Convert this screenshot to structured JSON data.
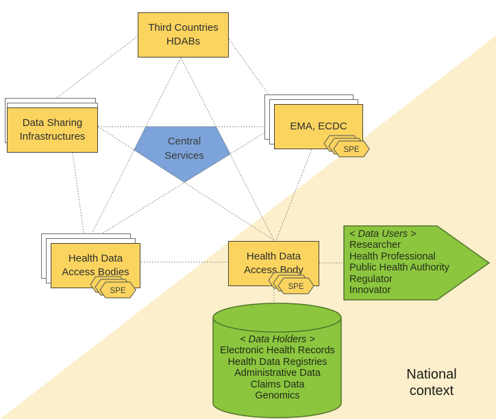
{
  "colors": {
    "node_fill": "#FBD45F",
    "node_border": "#474137",
    "sheet_border": "#6D6D6D",
    "pentagon_fill": "#7CA4DA",
    "pentagon_border": "#6D93C4",
    "green_fill": "#8CC63F",
    "green_border": "#50742A",
    "national_context_bg": "#FCEFCB",
    "connector_line": "#8F8F8F"
  },
  "nodes": {
    "third_countries_hdabs": {
      "line1": "Third Countries",
      "line2": "HDABs"
    },
    "data_sharing_infrastructures": {
      "line1": "Data Sharing",
      "line2": "Infrastructures"
    },
    "ema_ecdc": {
      "label": "EMA, ECDC"
    },
    "central_services": {
      "line1": "Central",
      "line2": "Services"
    },
    "health_data_access_bodies": {
      "line1": "Health Data",
      "line2": "Access Bodies"
    },
    "health_data_access_body": {
      "line1": "Health Data",
      "line2": "Access Body"
    }
  },
  "badge": {
    "spe": "SPE"
  },
  "data_users": {
    "header": "< Data Users >",
    "items": [
      "Researcher",
      "Health Professional",
      "Public Health Authority",
      "Regulator",
      "Innovator"
    ]
  },
  "data_holders": {
    "header": "< Data Holders >",
    "items": [
      "Electronic Health Records",
      "Health Data Registries",
      "Administrative Data",
      "Claims Data",
      "Genomics"
    ]
  },
  "context": {
    "line1": "National",
    "line2": "context"
  }
}
